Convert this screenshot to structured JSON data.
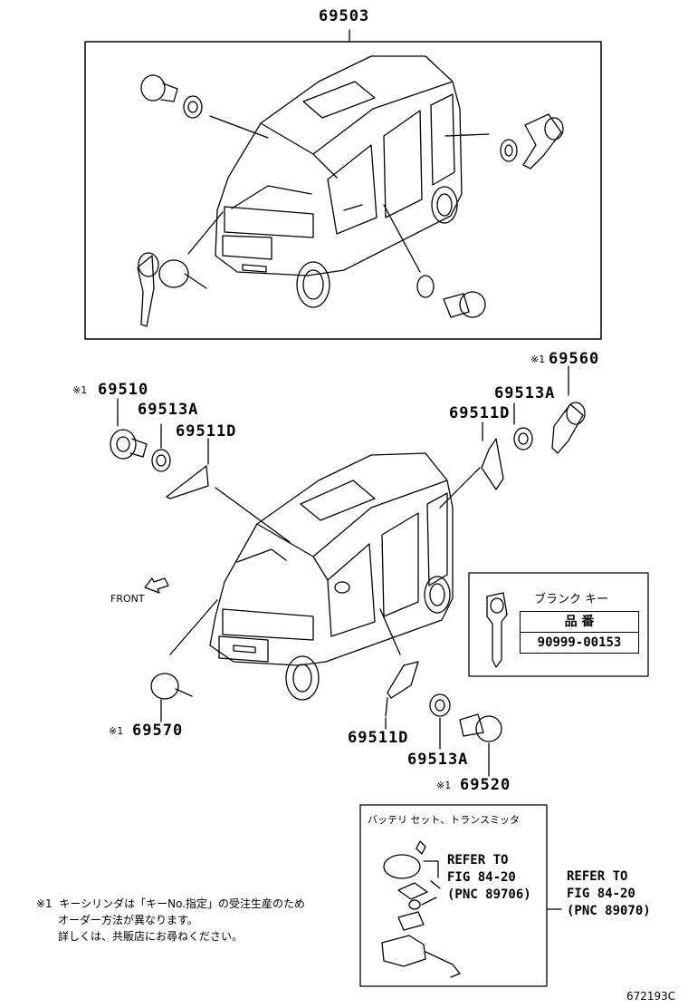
{
  "labels": {
    "set_top": "69503",
    "p69560": "69560",
    "p69510": "69510",
    "p69513a_left": "69513A",
    "p69511d_left": "69511D",
    "p69513a_right": "69513A",
    "p69511d_right": "69511D",
    "p69570": "69570",
    "p69511d_bottom": "69511D",
    "p69513a_bottom": "69513A",
    "p69520": "69520",
    "front": "FRONT",
    "mark": "※1",
    "figure_code": "672193C"
  },
  "blank_key": {
    "title": "ブランク キー",
    "col_header": "品 番",
    "part_no": "90999-00153"
  },
  "battery": {
    "title": "バッテリ セット、トランスミッタ",
    "ref_inner": [
      "REFER TO",
      "FIG 84-20",
      "(PNC 89706)"
    ],
    "ref_outer": [
      "REFER TO",
      "FIG 84-20",
      "(PNC 89070)"
    ]
  },
  "footnote": {
    "mark": "※1",
    "lines": [
      "キーシリンダは「キーNo.指定」の受注生産のため",
      "オーダー方法が異なります。",
      "詳しくは、共販店にお尋ねください。"
    ]
  }
}
